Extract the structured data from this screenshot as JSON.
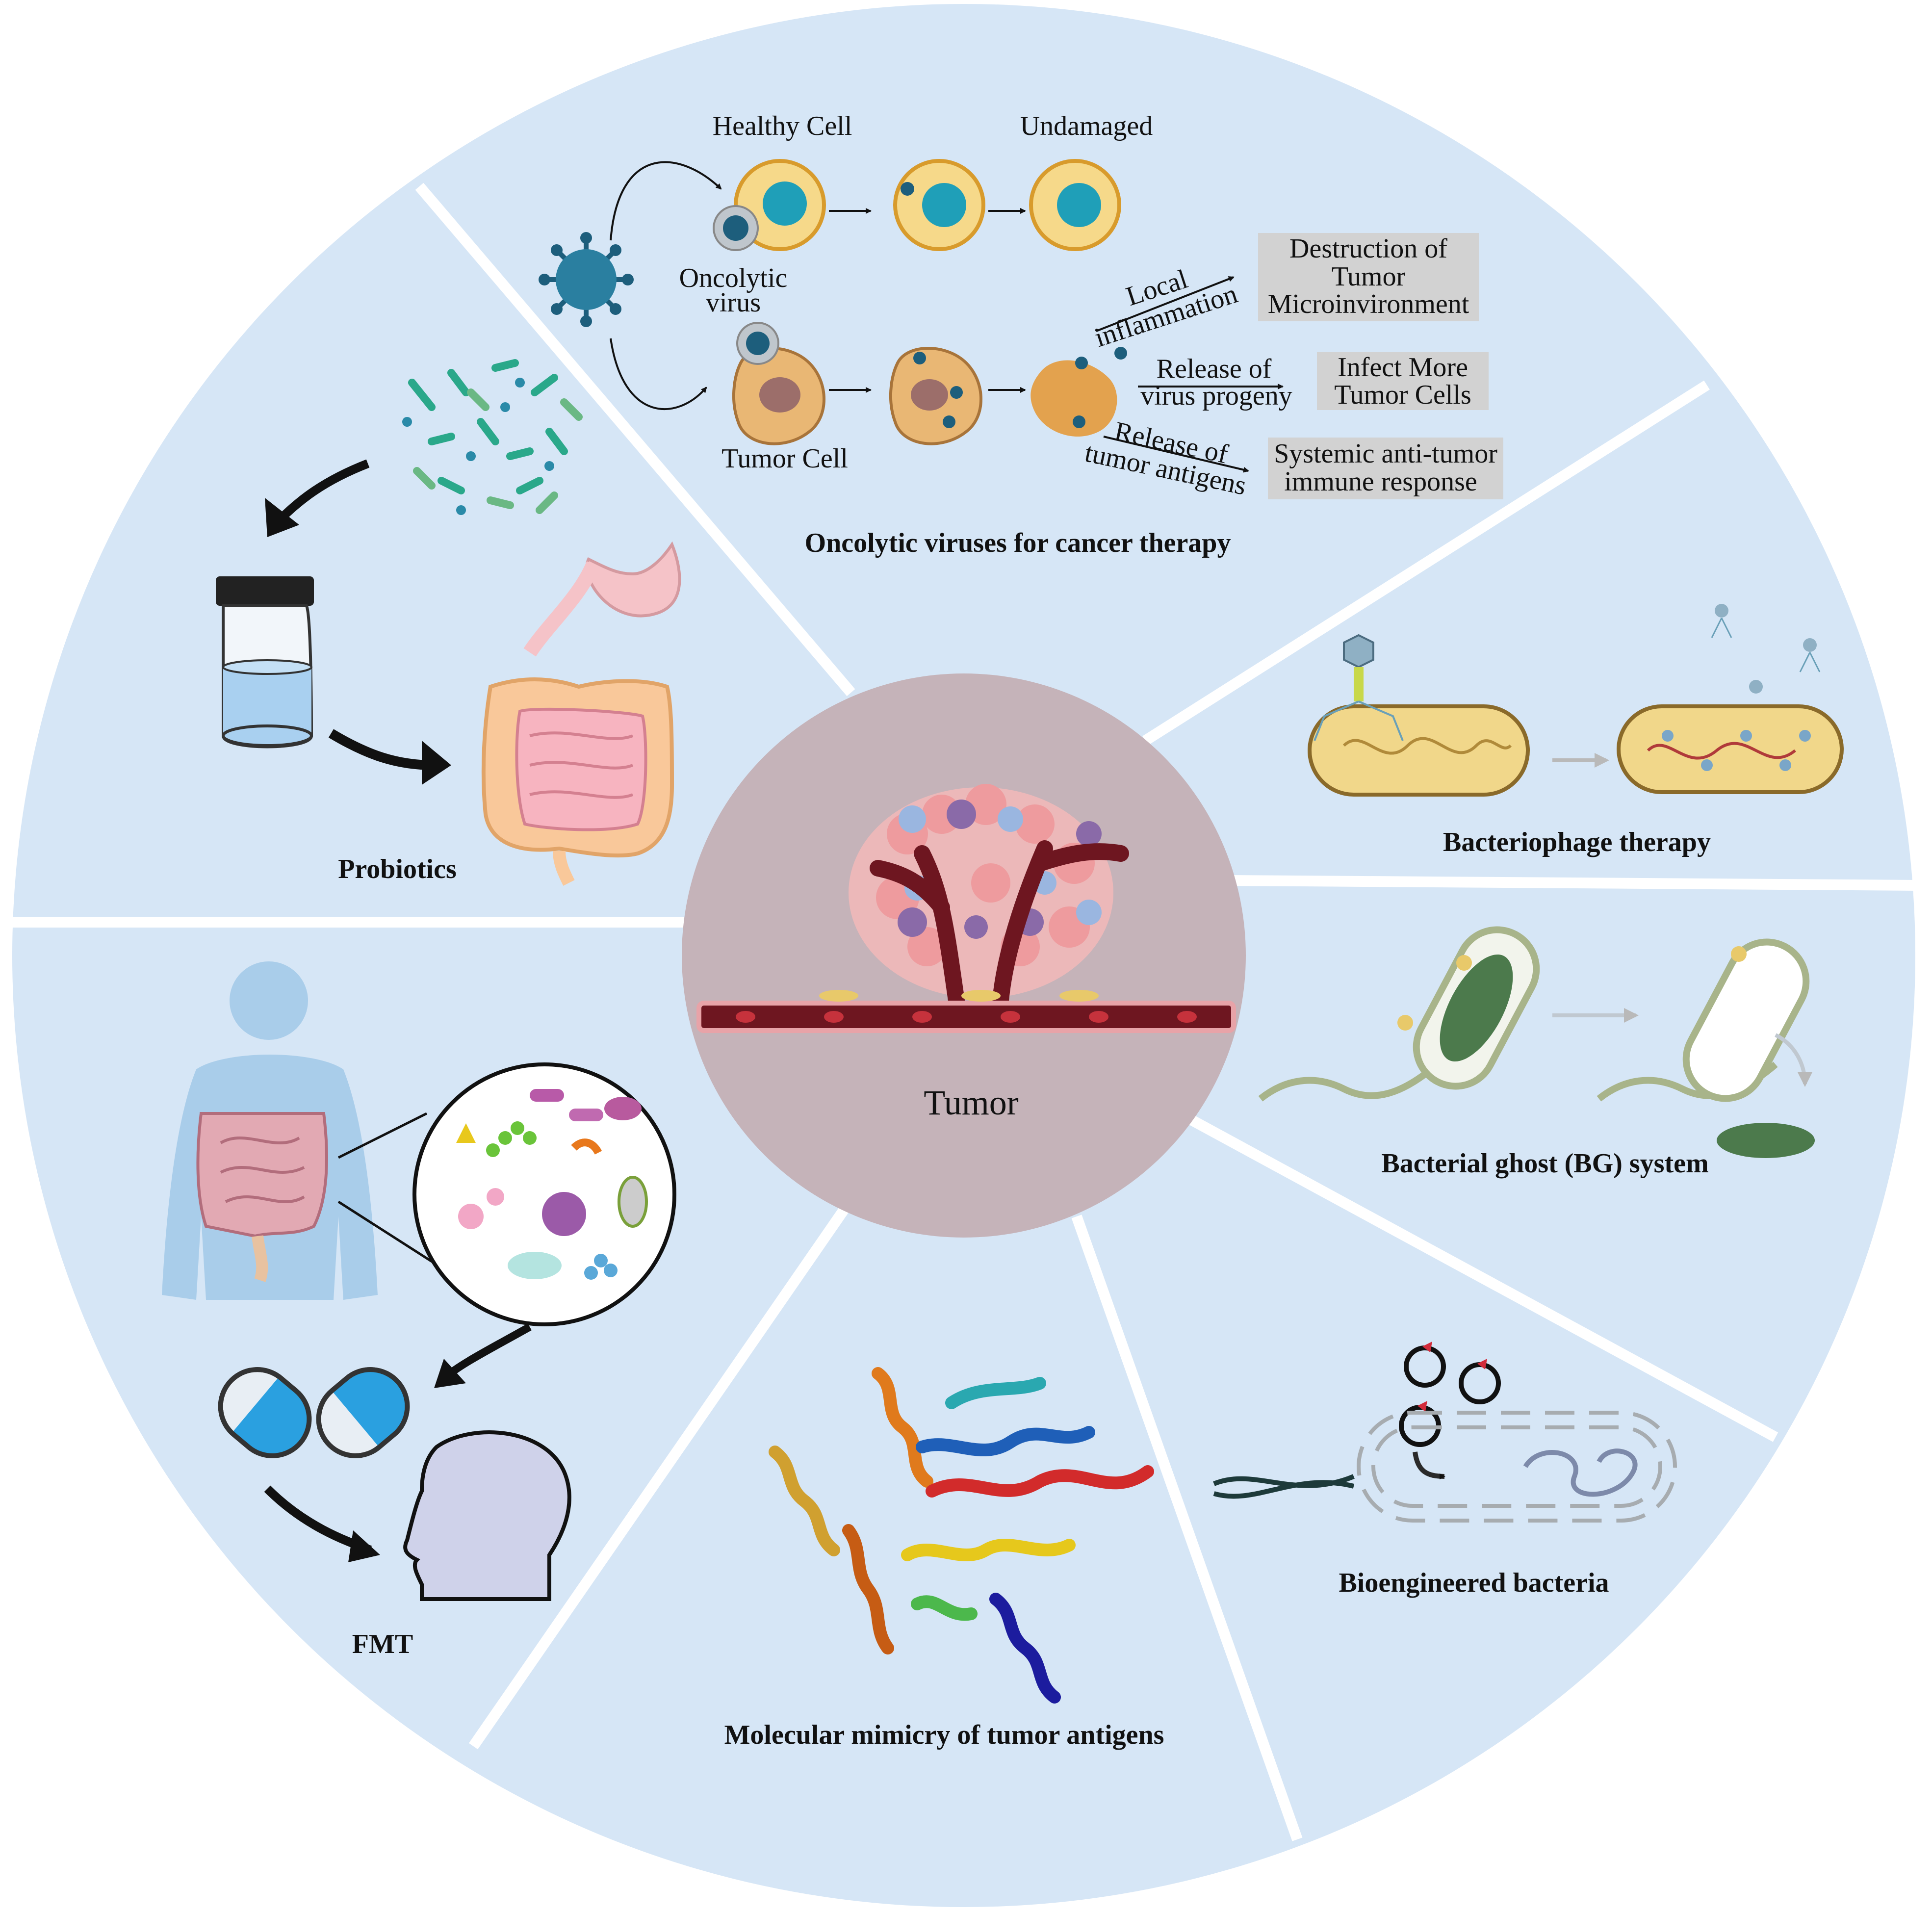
{
  "colors": {
    "wheel_fill": "#d6e6f6",
    "divider": "#ffffff",
    "hub_fill": "#c5b3b9",
    "vessel": "#6e1620",
    "label_box": "#d2d2d2",
    "arrow_black": "#111111"
  },
  "center": {
    "label": "Tumor"
  },
  "sections": {
    "oncolytic": {
      "title": "Oncolytic viruses for cancer therapy",
      "healthy_cell": "Healthy Cell",
      "undamaged": "Undamaged",
      "virus_line1": "Oncolytic",
      "virus_line2": "virus",
      "tumor_cell": "Tumor Cell",
      "local_line1": "Local",
      "local_line2": "inflammation",
      "release_virus_line1": "Release of",
      "release_virus_line2": "virus progeny",
      "release_antigen_line1": "Release of",
      "release_antigen_line2": "tumor antigens",
      "box1_line1": "Destruction of",
      "box1_line2": "Tumor",
      "box1_line3": "Microinvironment",
      "box2_line1": "Infect More",
      "box2_line2": "Tumor Cells",
      "box3_line1": "Systemic anti-tumor",
      "box3_line2": "immune response"
    },
    "bacteriophage": {
      "title": "Bacteriophage therapy"
    },
    "bacterial_ghost": {
      "title": "Bacterial ghost (BG) system"
    },
    "bioengineered": {
      "title": "Bioengineered bacteria"
    },
    "mimicry": {
      "title": "Molecular mimicry of tumor antigens"
    },
    "fmt": {
      "title": "FMT"
    },
    "probiotics": {
      "title": "Probiotics"
    }
  },
  "icons": [
    "oncolytic-virus-icon",
    "healthy-cell-icon",
    "tumor-cell-icon",
    "bacteriophage-icon",
    "bacterium-icon",
    "bacterial-ghost-icon",
    "plasmid-icon",
    "protein-structure-icon",
    "human-body-icon",
    "microbiome-icon",
    "capsule-icon",
    "head-silhouette-icon",
    "probiotic-bacteria-icon",
    "jar-icon",
    "intestine-icon",
    "tumor-vessel-icon"
  ]
}
